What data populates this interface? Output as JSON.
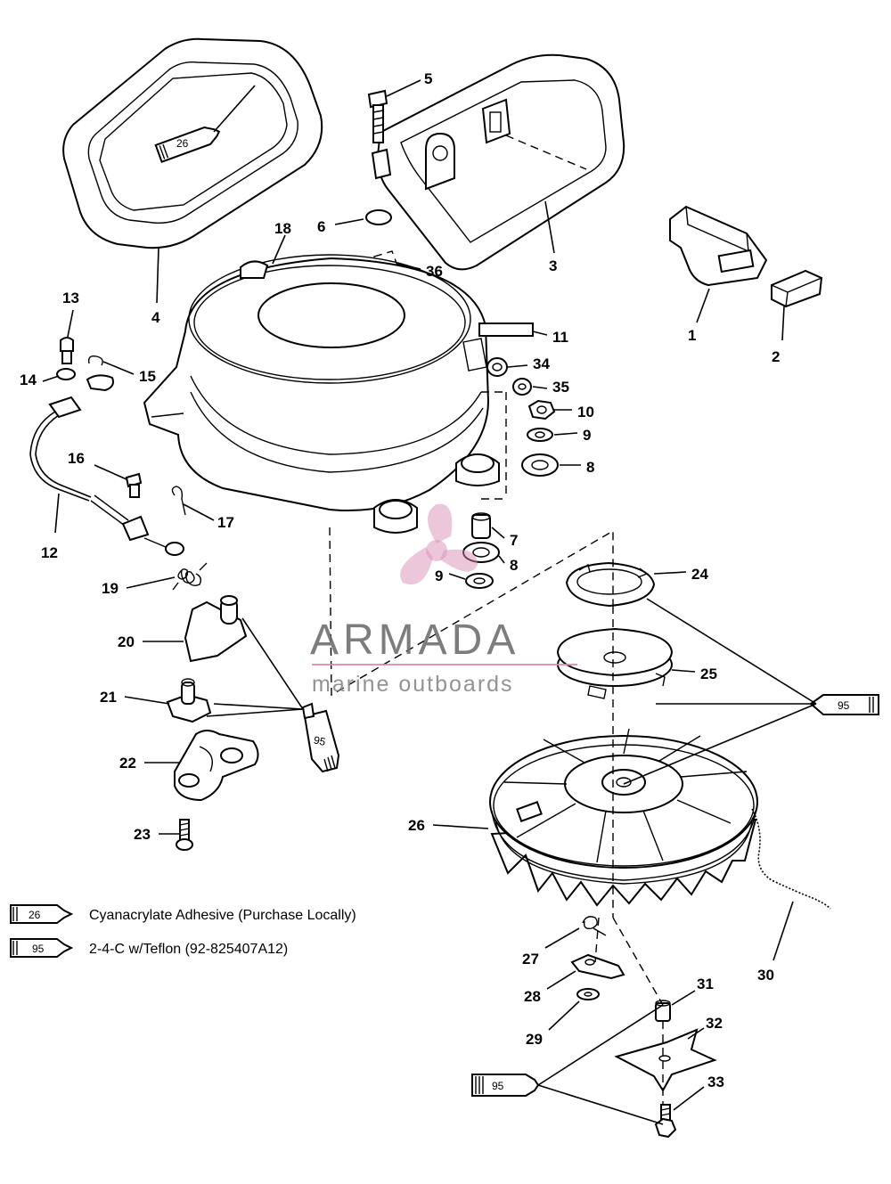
{
  "watermark": {
    "brand": "ARMADA",
    "tagline": "marine outboards",
    "accent_color": "#d98cb3",
    "text_color": "#6f6f6f"
  },
  "tubes": {
    "adhesive_code": "26",
    "lube_code": "95"
  },
  "callouts": [
    {
      "key": "c1",
      "num": "1"
    },
    {
      "key": "c2",
      "num": "2"
    },
    {
      "key": "c3",
      "num": "3"
    },
    {
      "key": "c4",
      "num": "4"
    },
    {
      "key": "c5",
      "num": "5"
    },
    {
      "key": "c6",
      "num": "6"
    },
    {
      "key": "c7",
      "num": "7"
    },
    {
      "key": "c8a",
      "num": "8"
    },
    {
      "key": "c8b",
      "num": "8"
    },
    {
      "key": "c9a",
      "num": "9"
    },
    {
      "key": "c9b",
      "num": "9"
    },
    {
      "key": "c10",
      "num": "10"
    },
    {
      "key": "c11",
      "num": "11"
    },
    {
      "key": "c12",
      "num": "12"
    },
    {
      "key": "c13",
      "num": "13"
    },
    {
      "key": "c14",
      "num": "14"
    },
    {
      "key": "c15",
      "num": "15"
    },
    {
      "key": "c16",
      "num": "16"
    },
    {
      "key": "c17",
      "num": "17"
    },
    {
      "key": "c18",
      "num": "18"
    },
    {
      "key": "c19",
      "num": "19"
    },
    {
      "key": "c20",
      "num": "20"
    },
    {
      "key": "c21",
      "num": "21"
    },
    {
      "key": "c22",
      "num": "22"
    },
    {
      "key": "c23",
      "num": "23"
    },
    {
      "key": "c24",
      "num": "24"
    },
    {
      "key": "c25",
      "num": "25"
    },
    {
      "key": "c26",
      "num": "26"
    },
    {
      "key": "c27",
      "num": "27"
    },
    {
      "key": "c28",
      "num": "28"
    },
    {
      "key": "c29",
      "num": "29"
    },
    {
      "key": "c30",
      "num": "30"
    },
    {
      "key": "c31",
      "num": "31"
    },
    {
      "key": "c32",
      "num": "32"
    },
    {
      "key": "c33",
      "num": "33"
    },
    {
      "key": "c34",
      "num": "34"
    },
    {
      "key": "c35",
      "num": "35"
    },
    {
      "key": "c36",
      "num": "36"
    }
  ],
  "legend": [
    {
      "code": "26",
      "text": "Cyanacrylate Adhesive (Purchase Locally)"
    },
    {
      "code": "95",
      "text": "2-4-C w/Teflon (92-825407A12)"
    }
  ]
}
